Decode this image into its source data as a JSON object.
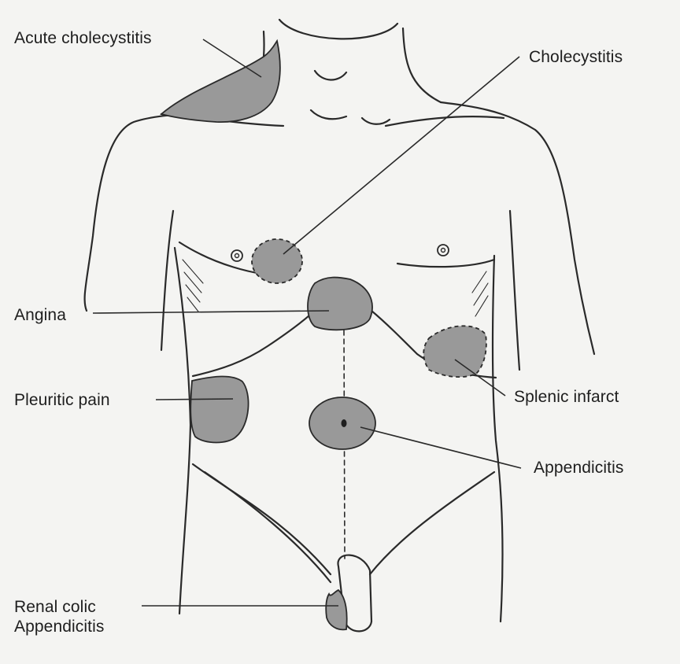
{
  "colors": {
    "background": "#f4f4f2",
    "outline": "#2a2a2a",
    "region_fill": "#999999",
    "label_text": "#1e1e1e"
  },
  "labels": {
    "acute_cholecystitis": "Acute cholecystitis",
    "cholecystitis": "Cholecystitis",
    "angina": "Angina",
    "pleuritic_pain": "Pleuritic pain",
    "splenic_infarct": "Splenic infarct",
    "appendicitis": "Appendicitis",
    "renal_colic_line1": "Renal colic",
    "renal_colic_line2": "Appendicitis"
  }
}
